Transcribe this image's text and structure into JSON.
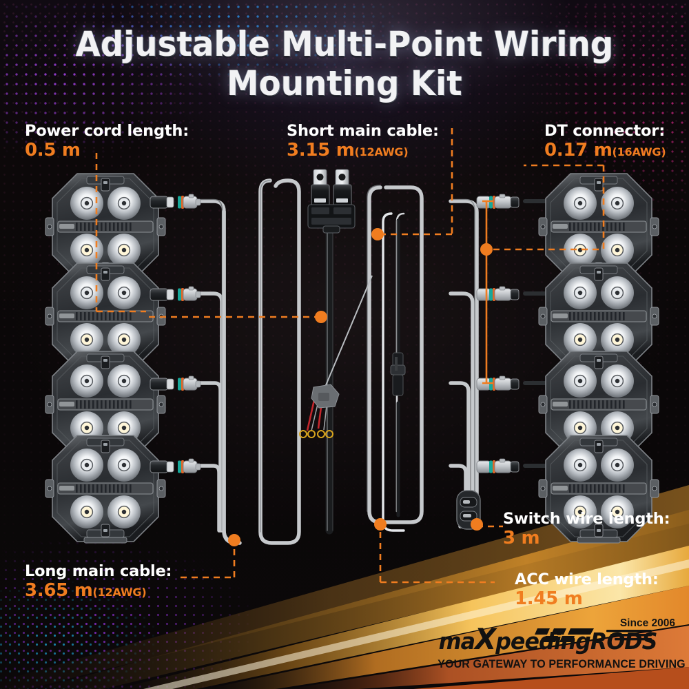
{
  "title": {
    "line1": "Adjustable Multi-Point Wiring",
    "line2": "Mounting Kit"
  },
  "colors": {
    "accent_orange": "#f07d20",
    "label_white": "#ffffff",
    "background": "#0a0708",
    "cable_grey": "#c9cbcd",
    "logo_black": "#111111"
  },
  "callouts": [
    {
      "id": "power-cord",
      "heading": "Power cord length:",
      "value": "0.5 m",
      "awg": ""
    },
    {
      "id": "short-main-cable",
      "heading": "Short main cable:",
      "value": "3.15 m",
      "awg": "(12AWG)"
    },
    {
      "id": "dt-connector",
      "heading": "DT connector:",
      "value": "0.17 m",
      "awg": "(16AWG)"
    },
    {
      "id": "long-main-cable",
      "heading": "Long main cable:",
      "value": "3.65 m",
      "awg": "(12AWG)"
    },
    {
      "id": "switch-wire",
      "heading": "Switch wire length:",
      "value": "3 m",
      "awg": ""
    },
    {
      "id": "acc-wire",
      "heading": "ACC wire length:",
      "value": "1.45 m",
      "awg": ""
    }
  ],
  "components": {
    "led_pod_count_left": 4,
    "led_pod_count_right": 4,
    "relay_count": 2,
    "ring_terminal_count": 4,
    "inline_fuse_count": 1,
    "switch_count": 1
  },
  "logo": {
    "brand_part1": "ma",
    "brand_x": "X",
    "brand_part2": "peeding",
    "brand_part3": "RODS",
    "since": "Since 2006",
    "tagline_light": "YOUR GATEWAY TO ",
    "tagline_bold": "PERFORMANCE DRIVING"
  }
}
